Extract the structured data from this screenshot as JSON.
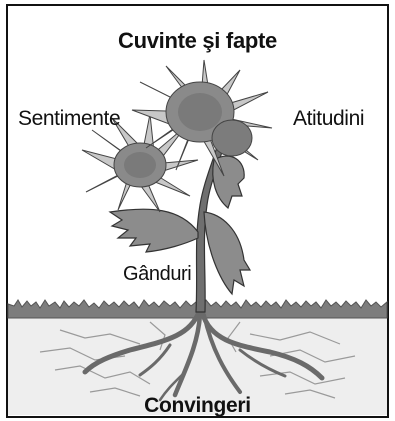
{
  "labels": {
    "top": "Cuvinte şi fapte",
    "left": "Sentimente",
    "right": "Atitudini",
    "middle": "Gânduri",
    "bottom": "Convingeri"
  },
  "colors": {
    "frame": "#111111",
    "petal": "#c8c8c8",
    "petal_outline": "#444444",
    "flower_center": "#8a8a8a",
    "leaf": "#8c8c8c",
    "stem": "#6f6f6f",
    "grass": "#7a7a7a",
    "soil": "#f0f0f0",
    "roots": "#9a9a9a"
  }
}
